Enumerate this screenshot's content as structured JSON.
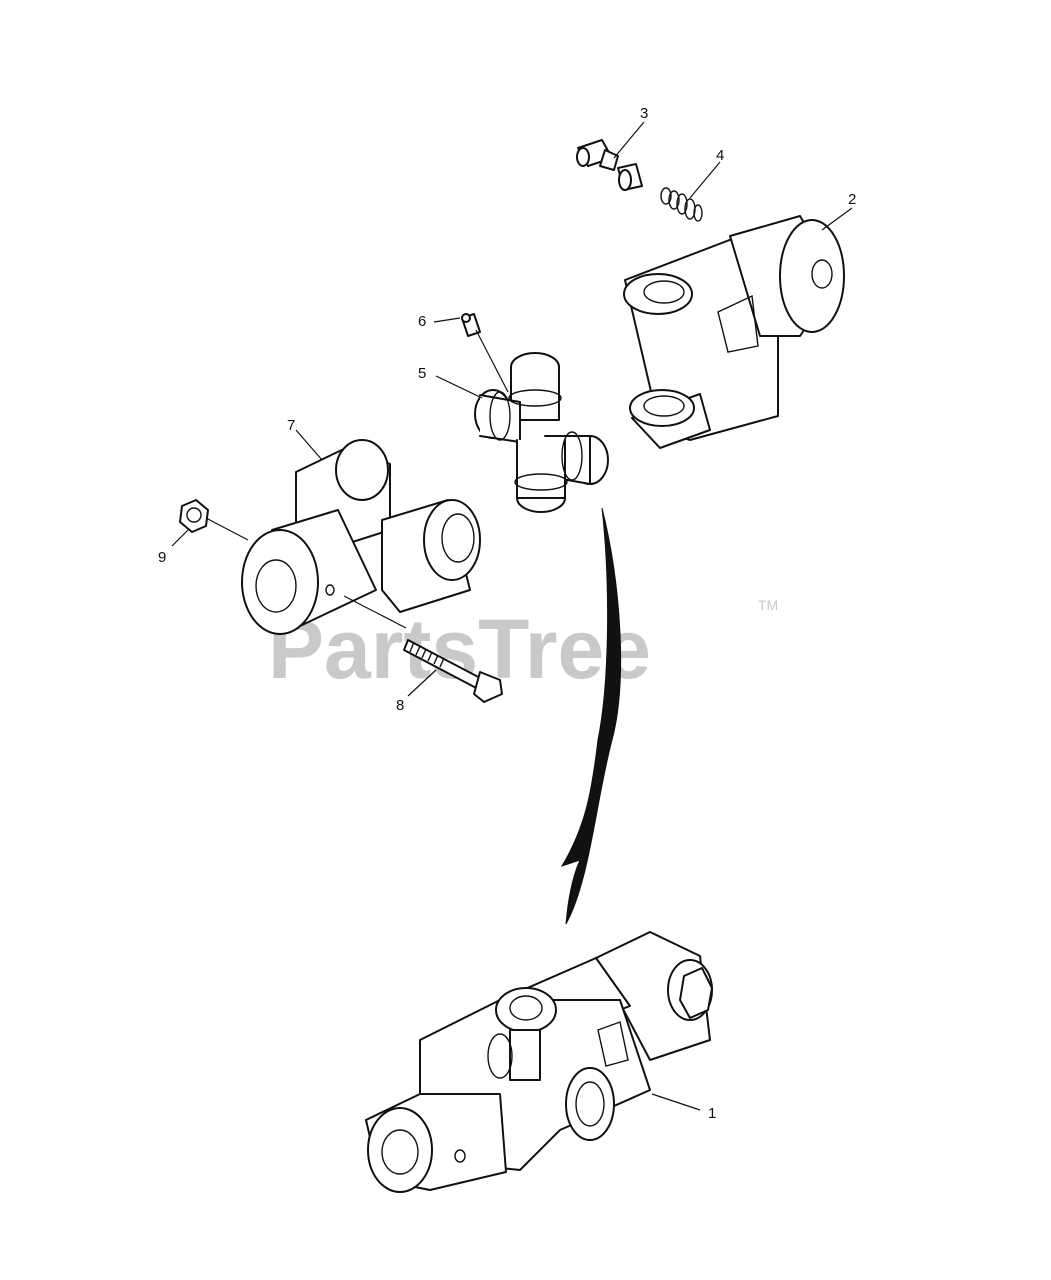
{
  "watermark": {
    "text": "PartsTree",
    "tm": "TM"
  },
  "callouts": [
    "1",
    "2",
    "3",
    "4",
    "5",
    "6",
    "7",
    "8",
    "9"
  ]
}
